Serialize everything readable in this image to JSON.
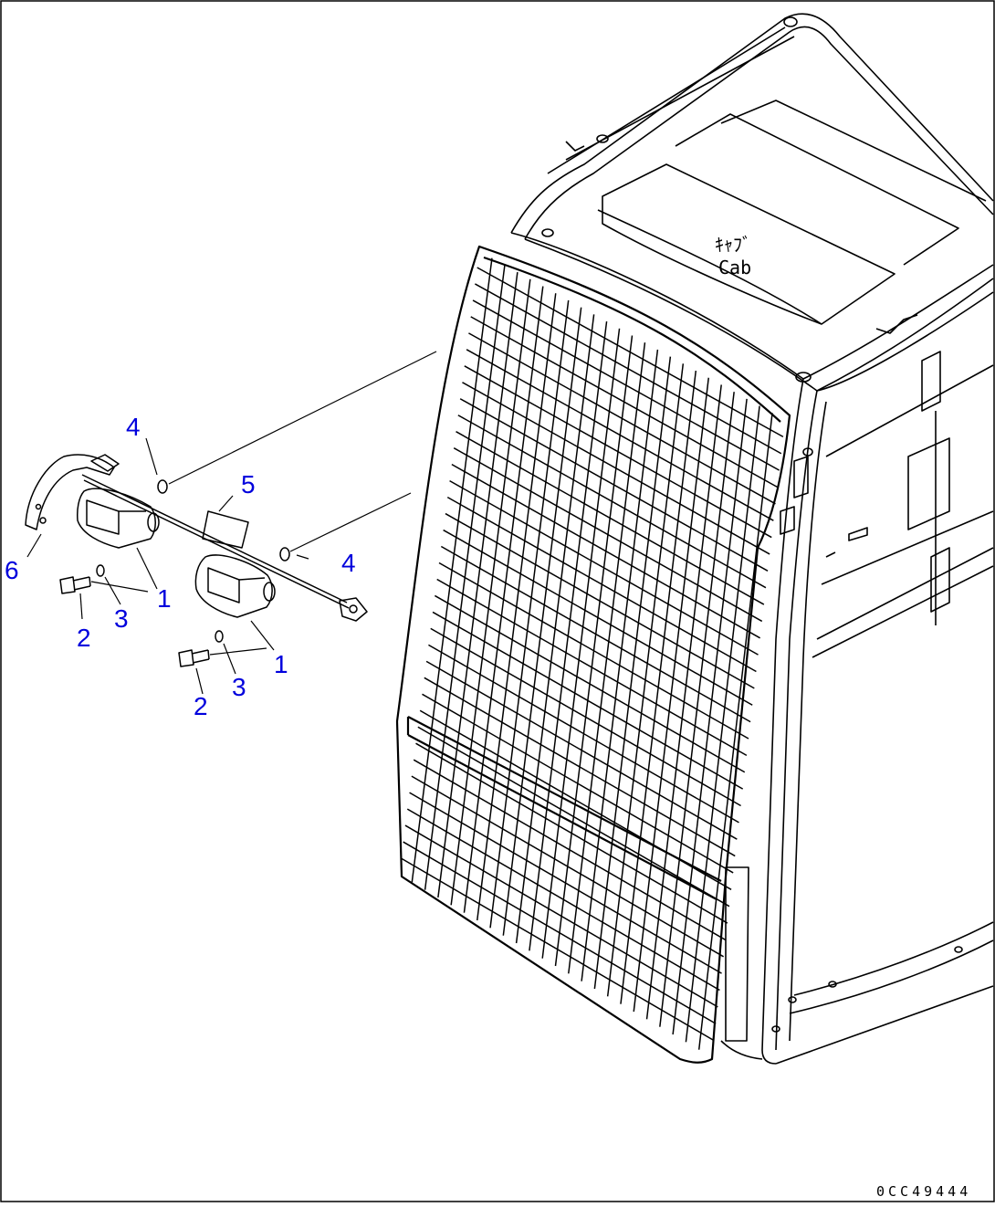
{
  "diagram": {
    "cab_label_jp": "ｷｬﾌﾞ",
    "cab_label_en": "Cab",
    "drawing_code": "0CC49444",
    "callout_color": "#0000dd",
    "line_color": "#000000",
    "callouts": [
      "1",
      "1",
      "2",
      "2",
      "3",
      "3",
      "4",
      "4",
      "5",
      "6"
    ]
  }
}
